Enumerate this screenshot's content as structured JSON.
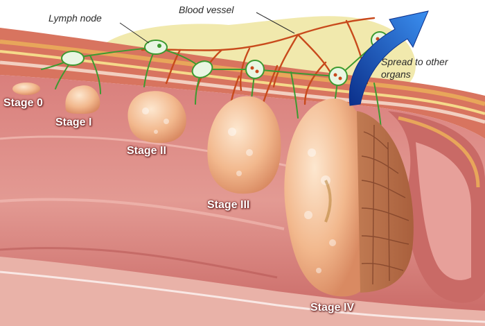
{
  "labels": {
    "lymph_node": "Lymph node",
    "blood_vessel": "Blood vessel",
    "spread": "Spread to other organs"
  },
  "stages": [
    "Stage 0",
    "Stage I",
    "Stage II",
    "Stage III",
    "Stage IV"
  ],
  "colors": {
    "tissue": "#c9686a",
    "fat": "#eee7a0",
    "tumor": "#f3b88e",
    "vessel": "#cc4a1c",
    "lymph": "#3c9a30",
    "arrow": "#1f56c4"
  }
}
